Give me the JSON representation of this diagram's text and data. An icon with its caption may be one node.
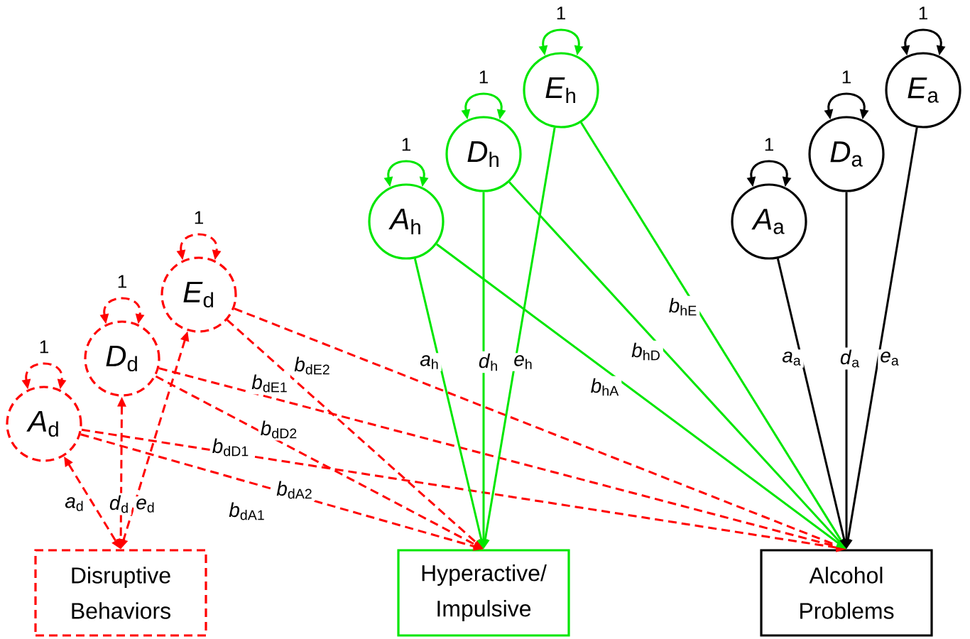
{
  "diagram": {
    "nodes": [
      {
        "text": [
          "*A*$_{d}$"
        ]
      },
      {
        "text": [
          "*D*$_{d}$"
        ]
      },
      {
        "text": [
          "*E*$_{d}$"
        ]
      },
      {
        "text": [
          "Disruptive Behaviors"
        ]
      },
      {
        "text": [
          "*A*$_{h}$"
        ]
      },
      {
        "text": [
          "*D*$_{h}$"
        ]
      },
      {
        "text": [
          "*E*$_{h}$"
        ]
      },
      {
        "text": [
          "Hyperactive/ Impulsive"
        ]
      },
      {
        "text": [
          "*A*$_{a}$"
        ]
      },
      {
        "text": [
          "*D*$_{a}$"
        ]
      },
      {
        "text": [
          "*E*$_{a}$"
        ]
      },
      {
        "text": [
          "Alcohol Problems"
        ]
      }
    ],
    "edges": [
      {
        "from": 0,
        "to": 0,
        "arrow": "both",
        "label": "1",
        "style": "dashed",
        "color": "#ff0000"
      },
      {
        "from": 1,
        "to": 1,
        "arrow": "both",
        "label": "1",
        "style": "dashed",
        "color": "#ff0000"
      },
      {
        "from": 2,
        "to": 2,
        "arrow": "both",
        "label": "1",
        "style": "dashed",
        "color": "#ff0000"
      },
      {
        "from": 0,
        "to": 3,
        "arrow": "both",
        "label": "*a*$_{d}$",
        "style": "dashed",
        "color": "#ff0000"
      },
      {
        "from": 1,
        "to": 3,
        "arrow": "both",
        "label": "*d*$_{d}$",
        "style": "dashed",
        "color": "#ff0000"
      },
      {
        "from": 2,
        "to": 3,
        "arrow": "both",
        "label": "*e*$_{d}$",
        "style": "dashed",
        "color": "#ff0000"
      },
      {
        "from": 0,
        "to": 7,
        "arrow": "to",
        "label": "*b*$_{dA1}$",
        "style": "dashed",
        "color": "#ff0000"
      },
      {
        "from": 0,
        "to": 11,
        "arrow": "to",
        "label": "*b*$_{dA2}$",
        "style": "dashed",
        "color": "#ff0000"
      },
      {
        "from": 1,
        "to": 7,
        "arrow": "to",
        "label": "*b*$_{dD1}$",
        "style": "dashed",
        "color": "#ff0000"
      },
      {
        "from": 1,
        "to": 11,
        "arrow": "to",
        "label": "*b*$_{dD2}$",
        "style": "dashed",
        "color": "#ff0000"
      },
      {
        "from": 2,
        "to": 7,
        "arrow": "to",
        "label": "*b*$_{dE1}$",
        "style": "dashed",
        "color": "#ff0000"
      },
      {
        "from": 2,
        "to": 11,
        "arrow": "to",
        "label": "*b*$_{dE2}$",
        "style": "dashed",
        "color": "#ff0000"
      },
      {
        "from": 4,
        "to": 4,
        "arrow": "both",
        "label": "1",
        "color": "#00e600"
      },
      {
        "from": 5,
        "to": 5,
        "arrow": "both",
        "label": "1",
        "color": "#00e600"
      },
      {
        "from": 6,
        "to": 6,
        "arrow": "both",
        "label": "1",
        "color": "#00e600"
      },
      {
        "from": 4,
        "to": 7,
        "arrow": "to",
        "label": "*a*$_{h}$",
        "color": "#00e600"
      },
      {
        "from": 5,
        "to": 7,
        "arrow": "to",
        "label": "*d*$_{h}$",
        "color": "#00e600"
      },
      {
        "from": 6,
        "to": 7,
        "arrow": "to",
        "label": "*e*$_{h}$",
        "color": "#00e600"
      },
      {
        "from": 4,
        "to": 11,
        "arrow": "to",
        "label": "*b*$_{hA}$",
        "color": "#00e600"
      },
      {
        "from": 5,
        "to": 11,
        "arrow": "to",
        "label": "*b*$_{hD}$",
        "color": "#00e600"
      },
      {
        "from": 6,
        "to": 11,
        "arrow": "to",
        "label": "*b*$_{hE}$",
        "color": "#00e600"
      },
      {
        "from": 8,
        "to": 8,
        "arrow": "both",
        "label": "1",
        "color": "#000000"
      },
      {
        "from": 9,
        "to": 9,
        "arrow": "both",
        "label": "1",
        "color": "#000000"
      },
      {
        "from": 10,
        "to": 10,
        "arrow": "both",
        "label": "1",
        "color": "#000000"
      },
      {
        "from": 8,
        "to": 11,
        "arrow": "to",
        "label": "*a*$_{a}$",
        "color": "#000000"
      },
      {
        "from": 9,
        "to": 11,
        "arrow": "to",
        "label": "*d*$_{a}$",
        "color": "#000000"
      },
      {
        "from": 10,
        "to": 11,
        "arrow": "to",
        "label": "*e*$_{a}$",
        "color": "#000000"
      }
    ]
  }
}
